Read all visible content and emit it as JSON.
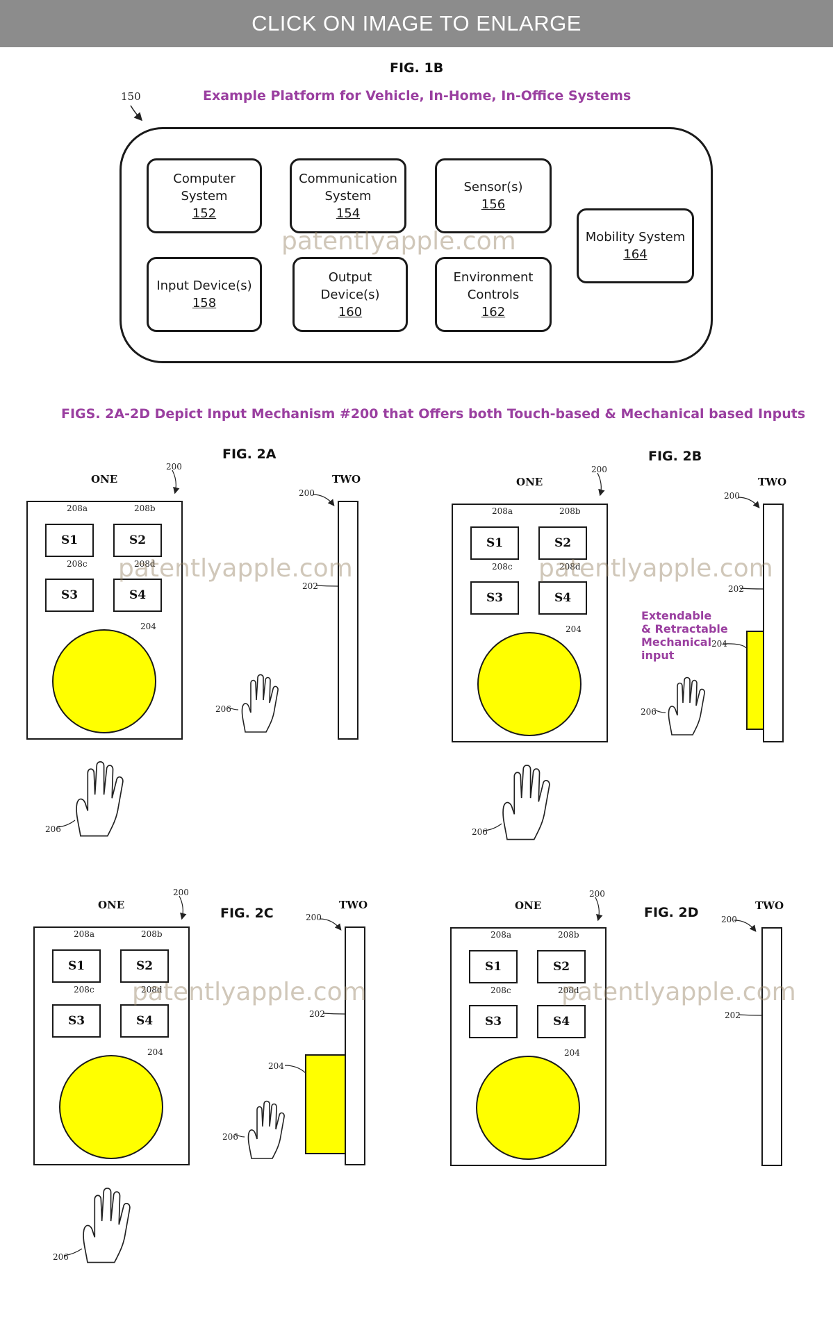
{
  "banner": {
    "text": "CLICK ON IMAGE TO ENLARGE"
  },
  "fig1b": {
    "title": "FIG. 1B",
    "subtitle": "Example Platform for Vehicle, In-Home, In-Office Systems",
    "ref": "150",
    "components": [
      {
        "label": "Computer System",
        "number": "152"
      },
      {
        "label": "Communication System",
        "number": "154"
      },
      {
        "label": "Sensor(s)",
        "number": "156"
      },
      {
        "label": "Mobility System",
        "number": "164"
      },
      {
        "label": "Input Device(s)",
        "number": "158"
      },
      {
        "label": "Output Device(s)",
        "number": "160"
      },
      {
        "label": "Environment Controls",
        "number": "162"
      }
    ]
  },
  "watermark": "patentlyapple.com",
  "figs2_caption": "FIGS. 2A-2D Depict Input Mechanism #200 that Offers both Touch-based  & Mechanical based Inputs",
  "common": {
    "view_one": "ONE",
    "view_two": "TWO",
    "keys": [
      "S1",
      "S2",
      "S3",
      "S4"
    ],
    "key_refs": [
      "208a",
      "208b",
      "208c",
      "208d"
    ],
    "ref_200": "200",
    "ref_202": "202",
    "ref_204": "204",
    "ref_206": "206"
  },
  "figures": [
    {
      "title": "FIG. 2A"
    },
    {
      "title": "FIG. 2B",
      "annotation": [
        "Extendable",
        "& Retractable",
        "Mechanical",
        "input"
      ]
    },
    {
      "title": "FIG. 2C"
    },
    {
      "title": "FIG.  2D"
    }
  ],
  "colors": {
    "accent": "#9a3fa0",
    "yellow": "#ffff00",
    "banner": "#8c8c8c"
  }
}
